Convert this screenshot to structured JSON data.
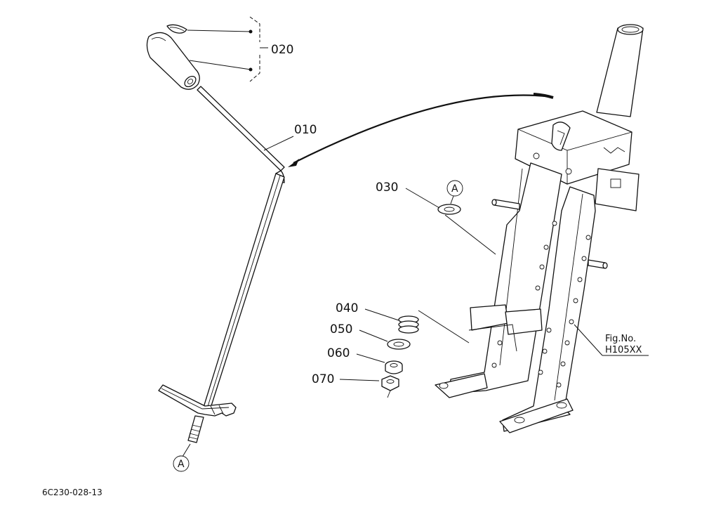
{
  "callouts": {
    "p010": "010",
    "p020": "020",
    "p030": "030",
    "p040": "040",
    "p050": "050",
    "p060": "060",
    "p070": "070"
  },
  "markers": {
    "a_top": "A",
    "a_bottom": "A"
  },
  "fig_ref": {
    "line1": "Fig.No.",
    "line2": "H105XX"
  },
  "drawing_code": "6C230-028-13"
}
